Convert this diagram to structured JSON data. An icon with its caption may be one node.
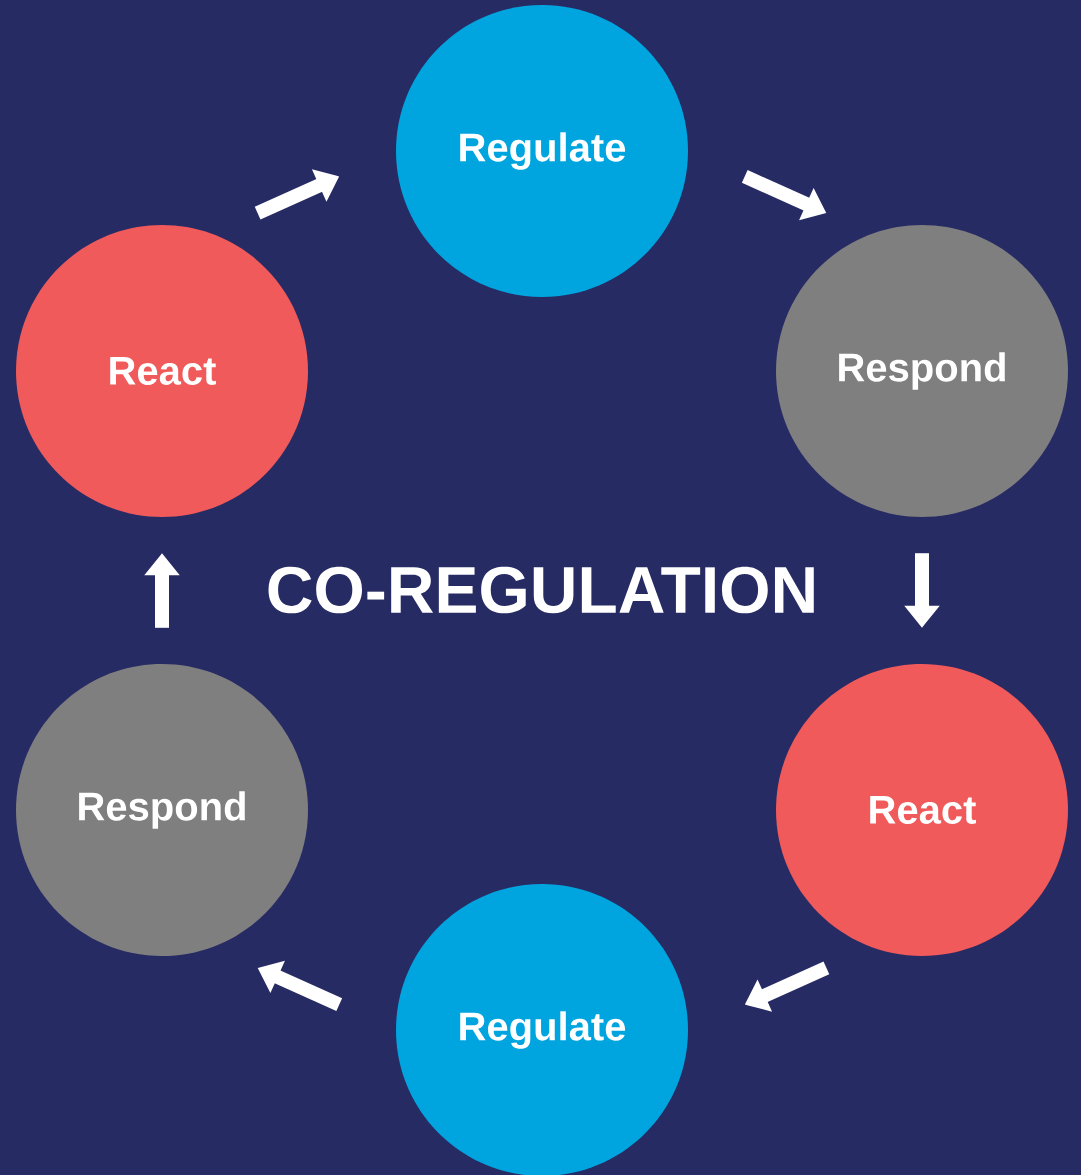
{
  "diagram": {
    "title": "CO-REGULATION",
    "nodes": [
      {
        "text": [
          "Regulate"
        ]
      },
      {
        "text": [
          "Respond"
        ]
      },
      {
        "text": [
          "React"
        ]
      },
      {
        "text": [
          "Regulate"
        ]
      },
      {
        "text": [
          "Respond"
        ]
      },
      {
        "text": [
          "React"
        ]
      }
    ],
    "edges": [
      {
        "from": 5,
        "to": 0,
        "arrow": "to"
      },
      {
        "from": 0,
        "to": 1,
        "arrow": "to"
      },
      {
        "from": 1,
        "to": 2,
        "arrow": "to"
      },
      {
        "from": 2,
        "to": 3,
        "arrow": "to"
      },
      {
        "from": 3,
        "to": 4,
        "arrow": "to"
      },
      {
        "from": 4,
        "to": 5,
        "arrow": "to"
      }
    ]
  }
}
